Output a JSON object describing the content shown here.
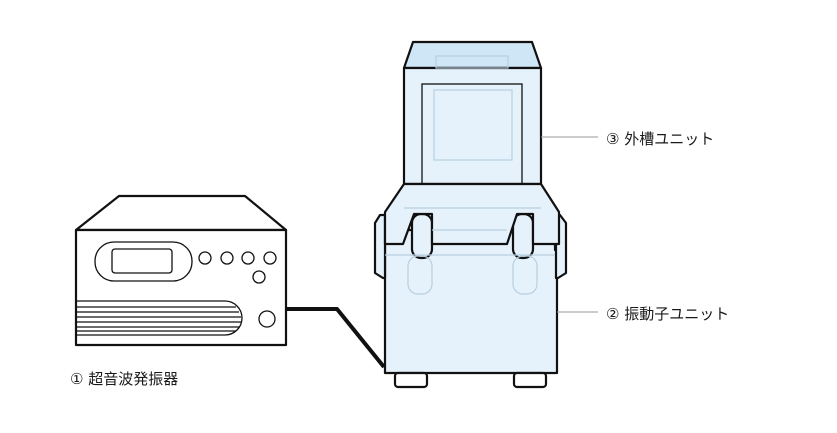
{
  "labels": {
    "generator": "① 超音波発振器",
    "outer_tank": "③ 外槽ユニット",
    "transducer": "② 振動子ユニット"
  },
  "colors": {
    "outline": "#111111",
    "fill_light_blue": "#e6f2fb",
    "fill_blue_mid": "#cfe6f6",
    "fill_white": "#ffffff",
    "leader_line": "#999999",
    "detail_line": "#b8cfe0"
  }
}
